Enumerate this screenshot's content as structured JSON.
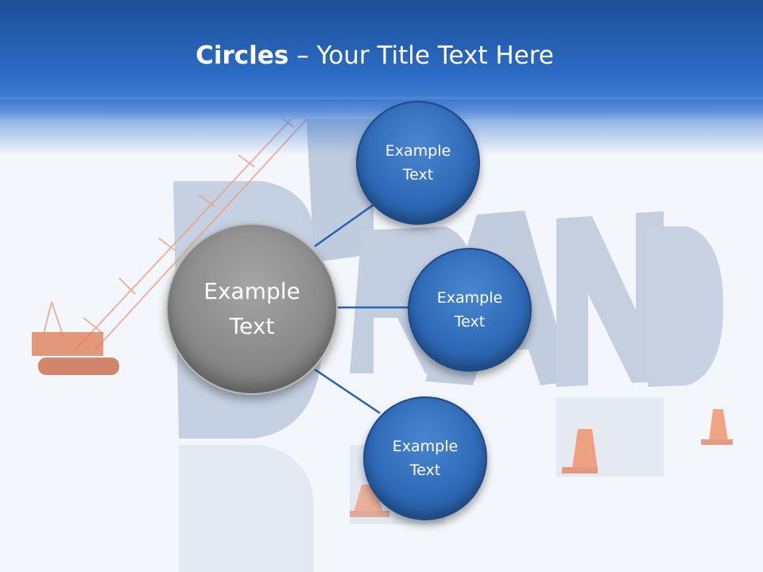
{
  "slide": {
    "title_bold": "Circles",
    "title_rest": " – Your Title Text Here"
  },
  "center_circle": {
    "text": "Example\nText"
  },
  "satellites": [
    {
      "text": "Example\nText"
    },
    {
      "text": "Example\nText"
    },
    {
      "text": "Example\nText"
    }
  ],
  "colors": {
    "header": "#2b6ac4",
    "satellite_fill": "#2f6ab8",
    "center_fill": "#8a8a8a",
    "connector": "#2a62b0"
  },
  "background_art": {
    "word": "BRAND"
  }
}
